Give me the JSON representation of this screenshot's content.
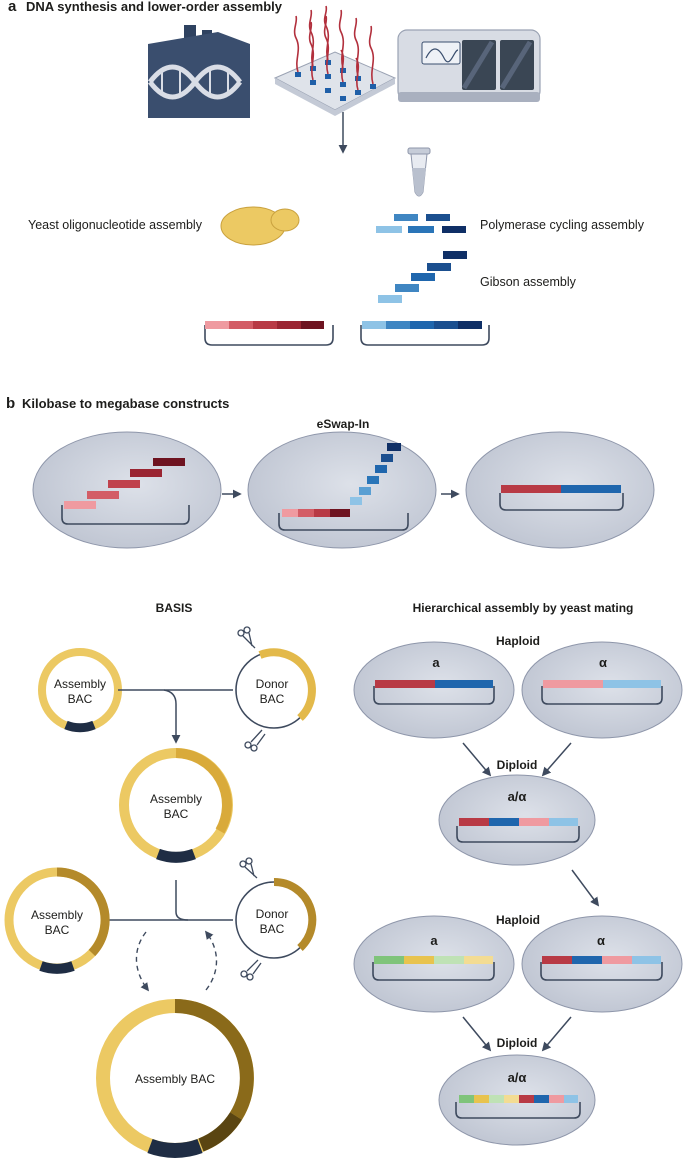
{
  "panel_a": {
    "letter": "a",
    "title": "DNA synthesis and lower-order assembly",
    "yeast_oligo_label": "Yeast oligonucleotide assembly",
    "pca_label": "Polymerase cycling assembly",
    "gibson_label": "Gibson assembly"
  },
  "panel_b": {
    "letter": "b",
    "title": "Kilobase to megabase constructs",
    "eswap_title": "eSwap-In",
    "basis_title": "BASIS",
    "assembly_bac_line1": "Assembly",
    "assembly_bac_line2": "BAC",
    "donor_bac_line1": "Donor",
    "donor_bac_line2": "BAC",
    "assembly_bac_full": "Assembly BAC",
    "hier_title": "Hierarchical assembly by yeast mating",
    "haploid": "Haploid",
    "diploid": "Diploid",
    "mating_a": "a",
    "mating_alpha": "α",
    "mating_a_alpha": "a/α"
  },
  "colors": {
    "red_dark": "#7a1622",
    "red_mid": "#b83a45",
    "red_light": "#e8868c",
    "blue_dark": "#0f2f66",
    "blue_mid": "#1f66ad",
    "blue_light": "#8ec3e6",
    "green": "#7fc47a",
    "yellow": "#e8c34e",
    "cell": "#c5cad6",
    "plasmid": "#3e4a5e",
    "bac_gold": "#e6c25e"
  }
}
